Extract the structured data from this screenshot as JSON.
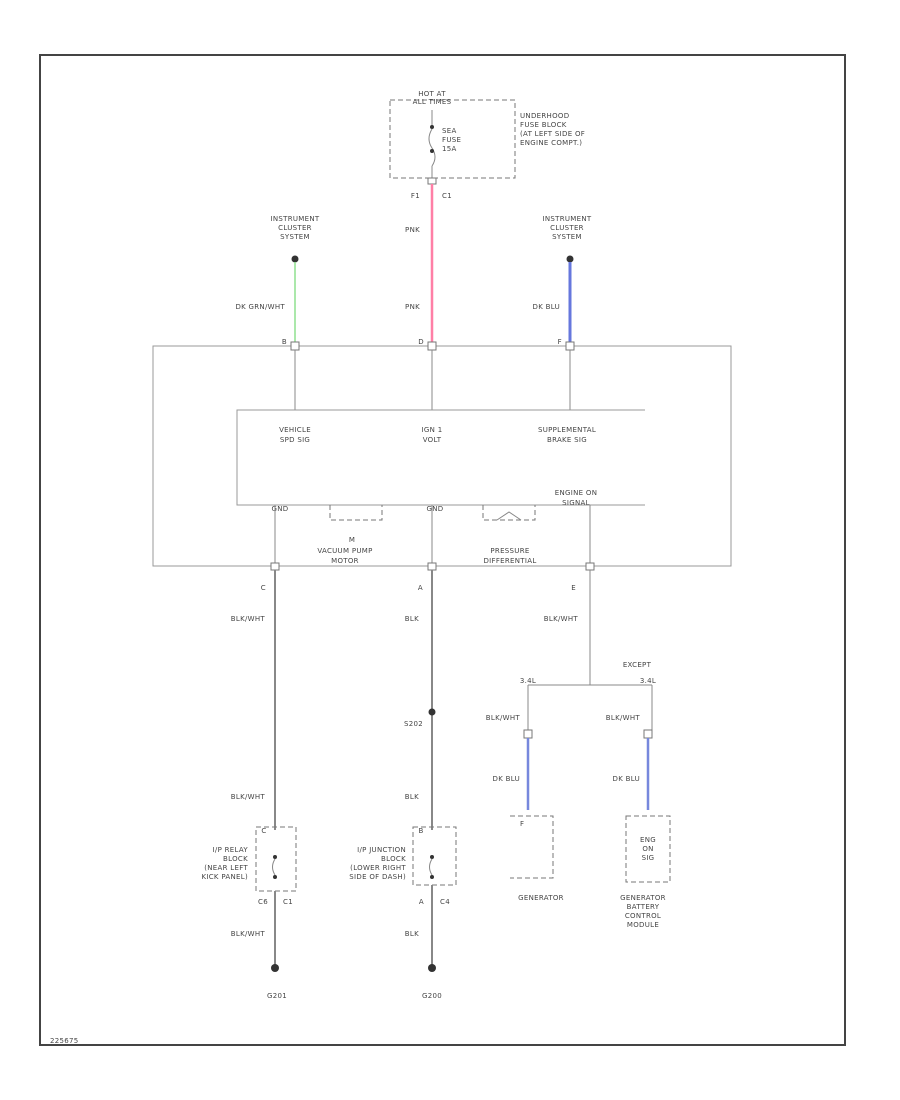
{
  "diagram_id": "225675",
  "power": {
    "title1": "HOT AT",
    "title2": "ALL TIMES",
    "fuse_line1": "SEA",
    "fuse_line2": "FUSE",
    "fuse_line3": "15A",
    "fuse_block1": "UNDERHOOD",
    "fuse_block2": "FUSE BLOCK",
    "fuse_block3": "(AT LEFT SIDE OF",
    "fuse_block4": "ENGINE COMPT.)",
    "pin": "F1",
    "conn": "C1"
  },
  "instrument_left": {
    "line1": "INSTRUMENT",
    "line2": "CLUSTER",
    "line3": "SYSTEM",
    "wire": "DK GRN/WHT",
    "pin": "B",
    "wire_color": "#8fe08f"
  },
  "pink_wire": {
    "upper": "PNK",
    "lower": "PNK",
    "pin": "D",
    "wire_color": "#ff7fa6"
  },
  "instrument_right": {
    "line1": "INSTRUMENT",
    "line2": "CLUSTER",
    "line3": "SYSTEM",
    "wire": "DK BLU",
    "pin": "F",
    "wire_color": "#6677dd"
  },
  "module": {
    "vss1": "VEHICLE",
    "vss2": "SPD SIG",
    "ign1": "IGN 1",
    "ign2": "VOLT",
    "brk1": "SUPPLEMENTAL",
    "brk2": "BRAKE SIG",
    "eng1": "ENGINE ON",
    "eng2": "SIGNAL",
    "gnd_left": "GND",
    "gnd_mid": "GND",
    "motor_m": "M",
    "motor1": "VACUUM PUMP",
    "motor2": "MOTOR",
    "press1": "PRESSURE",
    "press2": "DIFFERENTIAL",
    "pin_c": "C",
    "pin_a": "A",
    "pin_e": "E"
  },
  "left_ground": {
    "wire1": "BLK/WHT",
    "wire2": "BLK/WHT",
    "wire3": "BLK/WHT",
    "block1": "I/P RELAY",
    "block2": "BLOCK",
    "block3": "(NEAR LEFT",
    "block4": "KICK PANEL)",
    "pin_top": "C",
    "pin_bot": "C6",
    "conn_bot": "C1",
    "ground": "G201"
  },
  "mid_ground": {
    "wire1": "BLK",
    "splice": "S202",
    "wire2": "BLK",
    "wire3": "BLK",
    "block1": "I/P JUNCTION",
    "block2": "BLOCK",
    "block3": "(LOWER RIGHT",
    "block4": "SIDE OF DASH)",
    "pin_top": "B",
    "pin_bot": "A",
    "conn_bot": "C4",
    "ground": "G200"
  },
  "right_branch": {
    "wire_top": "BLK/WHT",
    "except": "EXCEPT",
    "opt_left": "3.4L",
    "opt_right": "3.4L",
    "gen_wire1": "BLK/WHT",
    "gen_wire2": "DK BLU",
    "gen_pin": "F",
    "gen_label": "GENERATOR",
    "bcm_wire1": "BLK/WHT",
    "bcm_wire2": "DK BLU",
    "bcm_inner1": "ENG",
    "bcm_inner2": "ON",
    "bcm_inner3": "SIG",
    "bcm_label1": "GENERATOR",
    "bcm_label2": "BATTERY",
    "bcm_label3": "CONTROL",
    "bcm_label4": "MODULE",
    "wire_color": "#7788dd"
  }
}
